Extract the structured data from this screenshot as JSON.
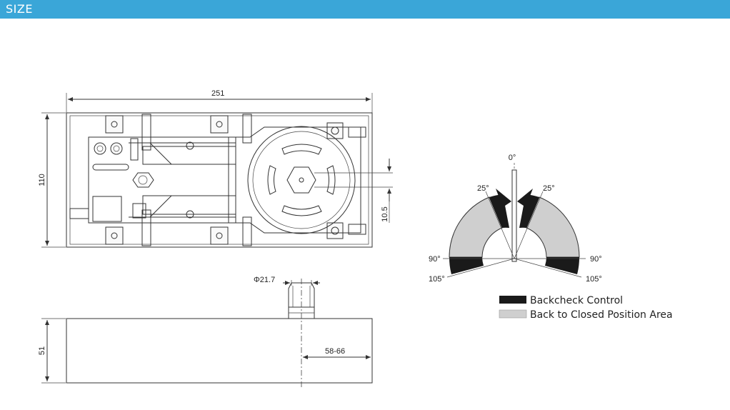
{
  "header": {
    "title": "SIZE",
    "color": "#3aa6d8"
  },
  "dimensions": {
    "length": "251",
    "width": "110",
    "offset": "10.5",
    "spindle_diameter": "Φ21.7",
    "height": "51",
    "spindle_distance": "58-66"
  },
  "angles": {
    "zero": "0°",
    "left_25": "25°",
    "right_25": "25°",
    "left_90": "90°",
    "right_90": "90°",
    "left_105": "105°",
    "right_105": "105°"
  },
  "legend": {
    "backcheck": {
      "label": "Backcheck Control",
      "color": "#1a1a1a"
    },
    "closed_area": {
      "label": "Back to Closed Position Area",
      "color": "#cfcfcf"
    }
  }
}
